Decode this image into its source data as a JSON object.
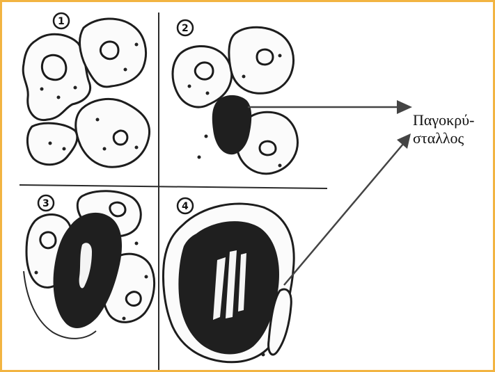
{
  "figure": {
    "label_line1": "Παγοκρύ-",
    "label_line2": "σταλλος",
    "stages": [
      {
        "number": "1"
      },
      {
        "number": "2"
      },
      {
        "number": "3"
      },
      {
        "number": "4"
      }
    ]
  },
  "colors": {
    "frame_border": "#f2b441",
    "ink": "#1d1d1d",
    "arrow": "#444444"
  }
}
